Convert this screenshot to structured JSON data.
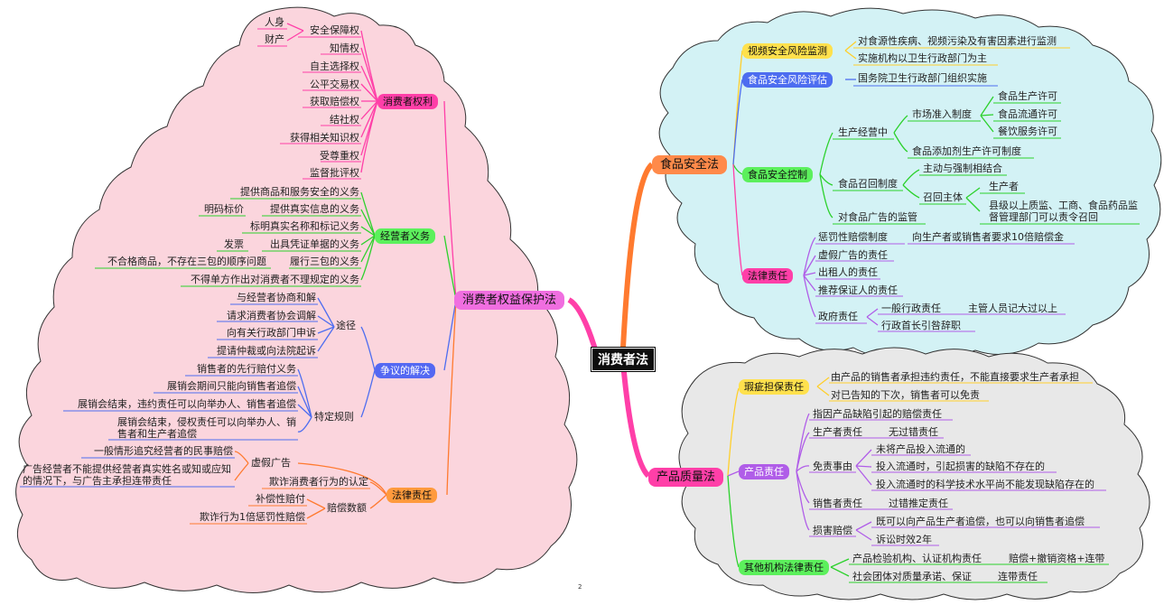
{
  "root": "消费者法",
  "colors": {
    "pink_bg": "#fbd5dd",
    "cyan_bg": "#d3f2f5",
    "gray_bg": "#e8e8e8",
    "pink_branch": "#ff3fa8",
    "orange_branch": "#ff7a2f",
    "purple_branch": "#b05de8"
  },
  "left": {
    "title": "消费者权益保护法",
    "consumer_rights": {
      "label": "消费者权利",
      "security": {
        "label": "安全保障权",
        "children": [
          "人身",
          "财产"
        ]
      },
      "items": [
        "知情权",
        "自主选择权",
        "公平交易权",
        "获取赔偿权",
        "结社权",
        "获得相关知识权",
        "受尊重权",
        "监督批评权"
      ]
    },
    "operator_duties": {
      "label": "经营者义务",
      "items": [
        "提供商品和服务安全的义务",
        "提供真实信息的义务",
        "标明真实名称和标记义务",
        "出具凭证单据的义务",
        "履行三包的义务",
        "不得单方作出对消费者不理规定的义务"
      ],
      "sub": {
        "truthful": "明码标价",
        "invoice": "发票",
        "three_guarantees": "不合格商品，不存在三包的顺序问题"
      }
    },
    "disputes": {
      "label": "争议的解决",
      "ways": {
        "label": "途径",
        "items": [
          "与经营者协商和解",
          "请求消费者协会调解",
          "向有关行政部门申诉",
          "提请仲裁或向法院起诉"
        ]
      },
      "special": {
        "label": "特定规则",
        "items": [
          "销售者的先行赔付义务",
          "展销会期间只能向销售者追偿",
          "展销会结束，违约责任可以向举办人、销售者追偿",
          "展销会结束，侵权责任可以向举办人、销售者和生产者追偿"
        ]
      }
    },
    "liability": {
      "label": "法律责任",
      "ads": {
        "label": "虚假广告",
        "items": [
          "一般情形追究经营者的民事赔偿",
          "广告经营者不能提供经营者真实姓名或知或应知的情况下，与广告主承担连带责任"
        ]
      },
      "fraud": "欺诈消费者行为的认定",
      "compensation": {
        "label": "赔偿数额",
        "items": [
          "补偿性赔付",
          "欺诈行为1倍惩罚性赔偿"
        ]
      }
    }
  },
  "food": {
    "title": "食品安全法",
    "monitoring": {
      "label": "视频安全风险监测",
      "items": [
        "对食源性疾病、视频污染及有害因素进行监测",
        "实施机构以卫生行政部门为主"
      ]
    },
    "assessment": {
      "label": "食品安全风险评估",
      "items": [
        "国务院卫生行政部门组织实施"
      ]
    },
    "control": {
      "label": "食品安全控制",
      "production": {
        "label": "生产经营中",
        "market": "市场准入制度",
        "permits": [
          "食品生产许可",
          "食品流通许可",
          "餐饮服务许可"
        ],
        "additive": "食品添加剂生产许可制度"
      },
      "recall": {
        "label": "食品召回制度",
        "combine": "主动与强制相结合",
        "subject": "召回主体",
        "subjects": [
          "生产者",
          "县级以上质监、工商、食品药品监督管理部门可以责令召回"
        ]
      },
      "ads": "对食品广告的监管"
    },
    "liability": {
      "label": "法律责任",
      "punitive": "惩罚性赔偿制度",
      "punitive_detail": "向生产者或销售者要求10倍赔偿金",
      "items": [
        "虚假广告的责任",
        "出租人的责任",
        "推荐保证人的责任"
      ],
      "gov": {
        "label": "政府责任",
        "general": "一般行政责任",
        "general_detail": "主管人员记大过以上",
        "head": "行政首长引咎辞职"
      }
    }
  },
  "product": {
    "title": "产品质量法",
    "warranty": {
      "label": "瑕疵担保责任",
      "items": [
        "由产品的销售者承担违约责任，不能直接要求生产者承担",
        "对已告知的下次，销售者可以免责"
      ]
    },
    "liability": {
      "label": "产品责任",
      "defect": "指因产品缺陷引起的赔偿责任",
      "producer": "生产者责任",
      "producer_detail": "无过错责任",
      "exemption": "免责事由",
      "exemptions": [
        "未将产品投入流通的",
        "投入流通时，引起损害的缺陷不存在的",
        "投入流通时的科学技术水平尚不能发现缺陷存在的"
      ],
      "seller": "销售者责任",
      "seller_detail": "过错推定责任",
      "damage": "损害赔偿",
      "damage_items": [
        "既可以向产品生产者追偿，也可以向销售者追偿",
        "诉讼时效2年"
      ]
    },
    "others": {
      "label": "其他机构法律责任",
      "rows": [
        {
          "label": "产品检验机构、认证机构责任",
          "detail": "赔偿+撤销资格+连带"
        },
        {
          "label": "社会团体对质量承诺、保证",
          "detail": "连带责任"
        }
      ]
    }
  },
  "page_number": "2"
}
